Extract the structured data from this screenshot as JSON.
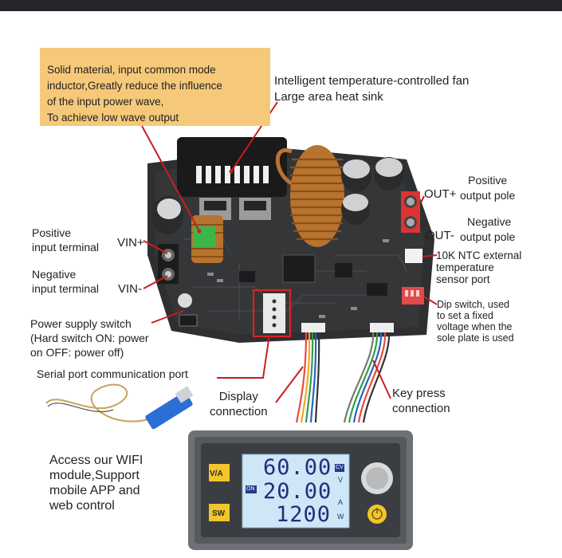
{
  "callout": {
    "lines": [
      "Solid material, input common mode",
      "inductor,Greatly reduce the influence",
      "of the input power wave,",
      "To achieve low wave output"
    ]
  },
  "labels": {
    "fan": [
      "Intelligent temperature-controlled fan",
      "Large area heat sink"
    ],
    "positive_output": [
      "Positive",
      "output pole"
    ],
    "out_plus": "OUT+",
    "negative_output": [
      "Negative",
      "output pole"
    ],
    "out_minus": "OUT-",
    "positive_input": [
      "Positive",
      "input terminal"
    ],
    "vin_plus": "VIN+",
    "negative_input": [
      "Negative",
      "input terminal"
    ],
    "vin_minus": "VIN-",
    "ntc": [
      "10K NTC external",
      "temperature",
      "sensor port"
    ],
    "dip": [
      "Dip switch, used",
      "to set a fixed",
      "voltage when the",
      "sole plate is used"
    ],
    "power_switch": [
      "Power supply switch",
      "(Hard switch ON: power",
      "on OFF: power off)"
    ],
    "serial_port": "Serial port communication port",
    "display_conn": [
      "Display",
      "connection"
    ],
    "key_conn": [
      "Key press",
      "connection"
    ],
    "wifi": [
      "Access our WIFI",
      "module,Support",
      "mobile APP and",
      "web control"
    ]
  },
  "display": {
    "btn_top": "V/A",
    "btn_bottom": "SW",
    "voltage": "60.00",
    "current": "20.00",
    "power": "1200",
    "unit_cv": "CV",
    "unit_v": "V",
    "unit_a": "A",
    "unit_w": "W",
    "on_badge": "ON"
  },
  "colors": {
    "callout": "#f6c97a",
    "pointer_red": "#c81e1e",
    "pcb": "#2b2c2e",
    "display_lcd": "#cfe6f7",
    "display_frame": "#6f7377"
  }
}
